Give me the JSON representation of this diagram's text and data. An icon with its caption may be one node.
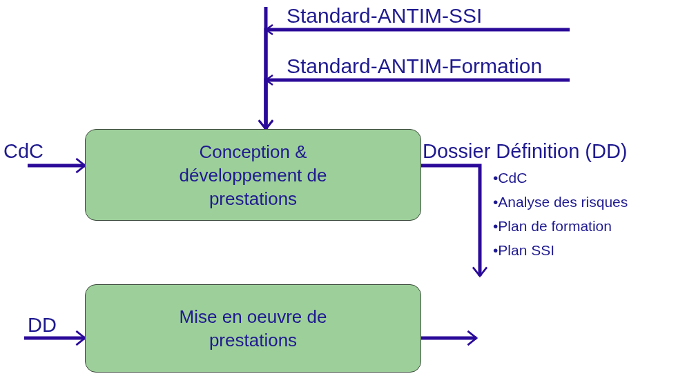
{
  "diagram": {
    "nodes": [
      {
        "text": [
          "Conception & développement de prestations"
        ]
      },
      {
        "text": [
          "Mise en oeuvre de prestations"
        ]
      }
    ],
    "edges": [
      {
        "from": null,
        "to": 0,
        "arrow": "to"
      },
      {
        "from": null,
        "to": 0,
        "arrow": "to",
        "label": "Standard-ANTIM-SSI"
      },
      {
        "from": null,
        "to": 0,
        "arrow": "to",
        "label": "Standard-ANTIM-Formation"
      },
      {
        "from": null,
        "to": 0,
        "arrow": "to",
        "label": "CdC"
      },
      {
        "from": 0,
        "to": null,
        "arrow": "to",
        "label": "Dossier Définition (DD)"
      },
      {
        "from": null,
        "to": 1,
        "arrow": "to",
        "label": "DD"
      },
      {
        "from": 1,
        "to": null,
        "arrow": "to"
      }
    ],
    "labels": [
      "•CdC",
      "•Analyse des risques",
      "•Plan de formation",
      "•Plan SSI"
    ]
  }
}
